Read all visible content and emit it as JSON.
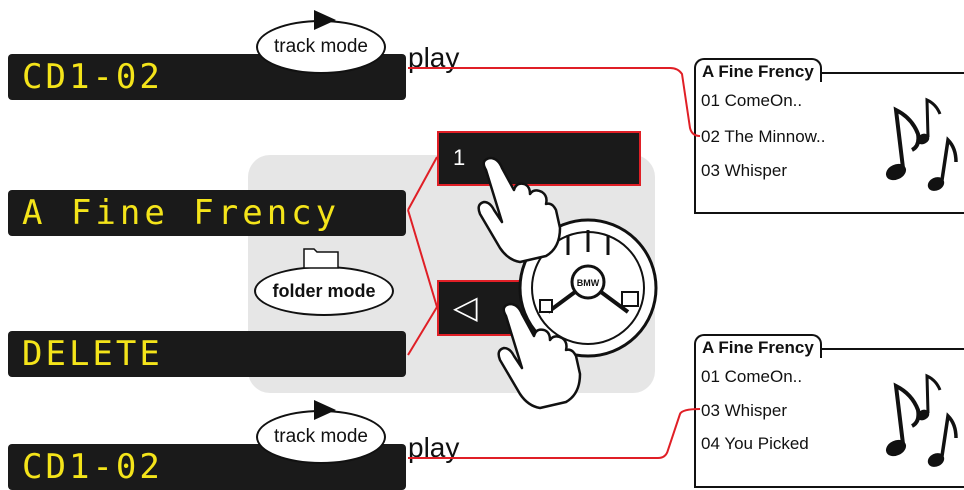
{
  "displays": {
    "top": "CD1-02",
    "artist": "A Fine Frency",
    "delete": "DELETE",
    "bottom": "CD1-02"
  },
  "modes": {
    "track_top": "track mode",
    "track_bottom": "track mode",
    "folder": "folder mode"
  },
  "actions": {
    "play_top": "play",
    "play_bottom": "play"
  },
  "buttons": {
    "preset": "1",
    "back_symbol": "◁"
  },
  "steering_logo": "BMW",
  "playlist_top": {
    "title": "A Fine Frency",
    "items": [
      "01 ComeOn..",
      "02 The Minnow..",
      "03 Whisper"
    ]
  },
  "playlist_bottom": {
    "title": "A Fine Frency",
    "items": [
      "01 ComeOn..",
      "03 Whisper",
      "04 You Picked"
    ]
  },
  "colors": {
    "lcd_bg": "#1a1a1a",
    "lcd_text": "#f4e41a",
    "connector": "#e01f26",
    "panel": "#e6e6e6"
  }
}
